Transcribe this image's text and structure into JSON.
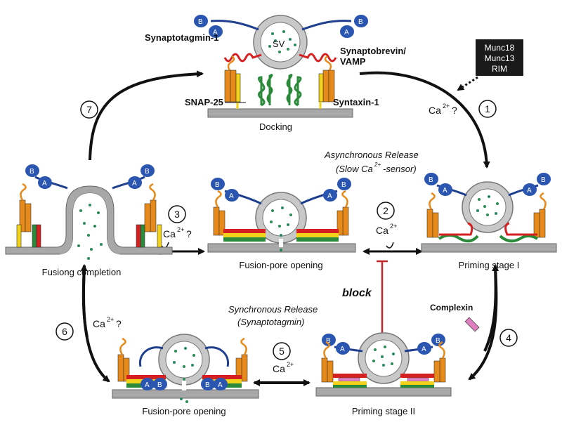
{
  "labels": {
    "synaptotagmin": "Synaptotagmin-1",
    "sv": "SV",
    "synaptobrevin_1": "Synaptobrevin/",
    "synaptobrevin_2": "VAMP",
    "snap25": "SNAP-25",
    "syntaxin": "Syntaxin-1",
    "docking": "Docking",
    "munc18": "Munc18",
    "munc13": "Munc13",
    "rim": "RIM",
    "ca": "Ca",
    "sup": "2+",
    "q": "?",
    "async_1": "Asynchronous Release",
    "async_2a": "(Slow Ca",
    "async_2b": "-sensor)",
    "sync_1": "Synchronous Release",
    "sync_2": "(Synaptotagmin)",
    "fusion_completion": "Fusiong completion",
    "fusion_pore_1": "Fusion-pore opening",
    "fusion_pore_2": "Fusion-pore opening",
    "priming_1": "Priming stage I",
    "priming_2": "Priming stage II",
    "block": "block",
    "complexin": "Complexin",
    "domain_a": "A",
    "domain_b": "B"
  },
  "steps": [
    "1",
    "2",
    "3",
    "4",
    "5",
    "6",
    "7"
  ],
  "colors": {
    "synaptotagmin": "#1f3f8f",
    "domain": "#2a55b0",
    "vesicle": "#c8c8c8",
    "vesicle_dots": "#2a8a5a",
    "syntaxin": "#e88a1a",
    "snap25": "#2a8a3a",
    "vamp": "#d42020",
    "yellow": "#f2d21a",
    "membrane": "#a8a8a8",
    "block": "#c0282a",
    "complexin": "#e080c0",
    "black_box": "#1a1a1a"
  }
}
